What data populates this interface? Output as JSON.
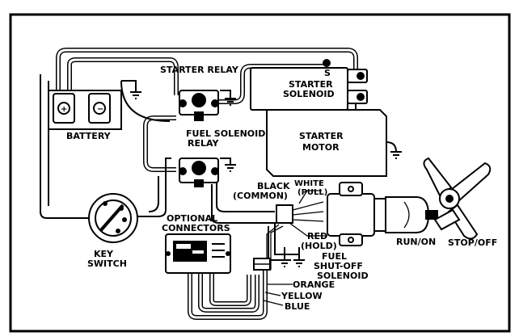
{
  "labels": {
    "starter_relay": "STARTER RELAY",
    "s_terminal": "S",
    "starter_solenoid_1": "STARTER",
    "starter_solenoid_2": "SOLENOID",
    "battery": "BATTERY",
    "fuel_solenoid_1": "FUEL SOLENOID",
    "fuel_solenoid_2": "RELAY",
    "starter_motor_1": "STARTER",
    "starter_motor_2": "MOTOR",
    "black_1": "BLACK",
    "black_2": "(COMMON)",
    "white_1": "WHITE",
    "white_2": "(PULL)",
    "optional_1": "OPTIONAL",
    "optional_2": "CONNECTORS",
    "red_1": "RED",
    "red_2": "(HOLD)",
    "run_on": "RUN/ON",
    "stop_off": "STOP/OFF",
    "key_switch_1": "KEY",
    "key_switch_2": "SWITCH",
    "fuel_shutoff_1": "FUEL",
    "fuel_shutoff_2": "SHUT-OFF",
    "fuel_shutoff_3": "SOLENOID",
    "orange": "ORANGE",
    "yellow": "YELLOW",
    "blue": "BLUE"
  }
}
